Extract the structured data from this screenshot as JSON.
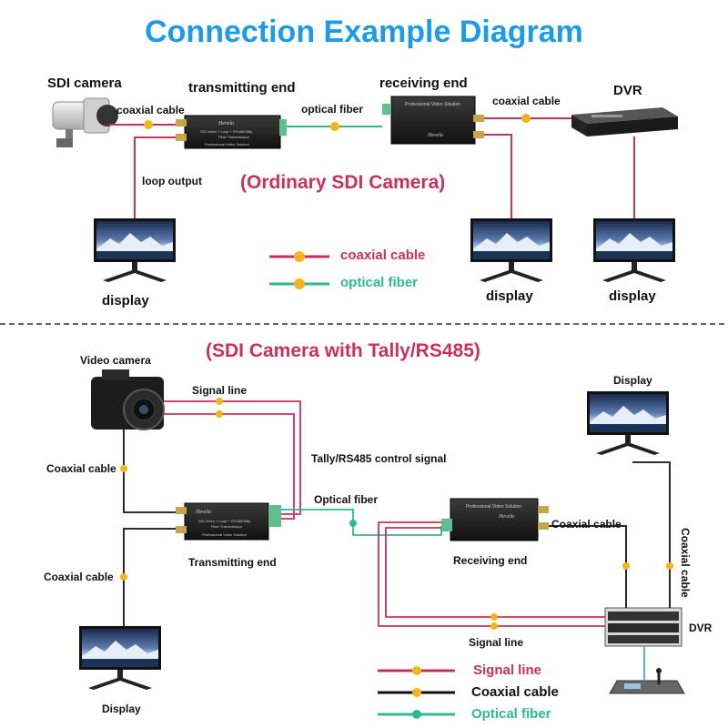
{
  "title": "Connection Example Diagram",
  "colors": {
    "title": "#1e9be6",
    "coax_red": "#c8325a",
    "fiber_teal": "#2fb894",
    "coax_black": "#111111",
    "connector_yellow": "#f2b51b",
    "signal_blue": "#4aa3df"
  },
  "section1": {
    "caption": "(Ordinary SDI Camera)",
    "sdi_camera": "SDI camera",
    "transmitting_end": "transmitting end",
    "receiving_end": "receiving end",
    "dvr": "DVR",
    "coaxial_cable_1": "coaxial cable",
    "optical_fiber": "optical fiber",
    "coaxial_cable_2": "coaxial cable",
    "loop_output": "loop output",
    "display_left": "display",
    "display_mid": "display",
    "display_right": "display",
    "legend": {
      "coax": "coaxial cable",
      "fiber": "optical fiber"
    },
    "device_text": {
      "brand": "Hevela",
      "tx_line1": "SDI Video + Loop + RS485/Tally",
      "tx_line2": "Fiber Transmission",
      "tx_line3": "Professional Video Solution",
      "rx_line1": "Professional Video Solution"
    }
  },
  "section2": {
    "caption": "(SDI Camera with Tally/RS485)",
    "video_camera": "Video camera",
    "signal_line_top": "Signal line",
    "tally_signal": "Tally/RS485 control signal",
    "coaxial_cable_left": "Coaxial cable",
    "optical_fiber": "Optical fiber",
    "transmitting_end": "Transmitting end",
    "receiving_end": "Receiving end",
    "coaxial_cable_left2": "Coaxial cable",
    "coaxial_cable_right": "Coaxial cable",
    "coaxial_cable_vertical": "Coaxial cable",
    "display_top": "Display",
    "display_bottom": "Display",
    "dvr": "DVR",
    "signal_line_bottom": "Signal line",
    "legend": {
      "signal": "Signal line",
      "coax": "Coaxial cable",
      "fiber": "Optical fiber"
    }
  }
}
